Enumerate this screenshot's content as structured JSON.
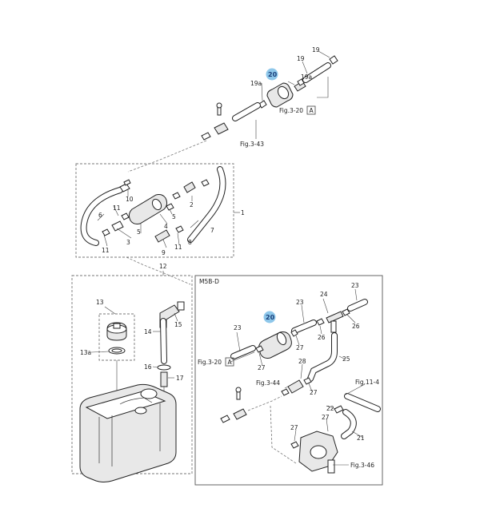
{
  "labels": {
    "n1": "1",
    "n2": "2",
    "n3": "3",
    "n4": "4",
    "n5a": "5",
    "n5b": "5",
    "n6": "6",
    "n7": "7",
    "n8": "8",
    "n9": "9",
    "n10": "10",
    "n11a": "11",
    "n11b": "11",
    "n11c": "11",
    "n12": "12",
    "n13": "13",
    "n13a": "13a",
    "n14": "14",
    "n15": "15",
    "n16": "16",
    "n17": "17",
    "n19a": "19",
    "n19b": "19",
    "n19c": "19a",
    "n19d": "19a",
    "n20top": "20",
    "n21": "21",
    "n22": "22",
    "n23a": "23",
    "n23b": "23",
    "n23c": "23",
    "n24": "24",
    "n25": "25",
    "n26a": "26",
    "n26b": "26",
    "n27a": "27",
    "n27b": "27",
    "n27c": "27",
    "n27d": "27",
    "n28": "28",
    "n20mid": "20"
  },
  "refs": {
    "fig_3_20_top": "Fig.3-20",
    "fig_3_43": "Fig.3-43",
    "fig_3_20_mid": "Fig.3-20",
    "fig_3_44": "Fig.3-44",
    "fig_11_4": "Fig.11-4",
    "fig_3_46": "Fig.3-46",
    "a_marker_top": "A",
    "a_marker_mid": "A"
  },
  "variant_label": "M5B-D",
  "colors": {
    "highlight": "#8ec7ea",
    "ink": "#222222"
  }
}
